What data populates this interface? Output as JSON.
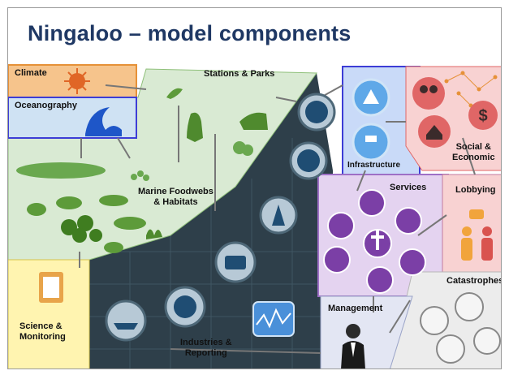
{
  "title": "Ningaloo – model components",
  "labels": {
    "climate": "Climate",
    "oceanography": "Oceanography",
    "stations_parks": "Stations & Parks",
    "marine_line1": "Marine Foodwebs",
    "marine_line2": "& Habitats",
    "infrastructure": "Infrastructure",
    "social_line1": "Social &",
    "social_line2": "Economic",
    "services": "Services",
    "lobbying": "Lobbying",
    "catastrophes": "Catastrophes",
    "management": "Management",
    "science_line1": "Science &",
    "science_line2": "Monitoring",
    "industries_line1": "Industries &",
    "industries_line2": "Reporting"
  },
  "colors": {
    "title": "#1f3864",
    "climate": "#f6b26b",
    "oceanography": "#9fc5e8",
    "green": "#d9ead3",
    "infrastructure": "#9fc5e8",
    "social": "#f4cccc",
    "services": "#d9c5e8",
    "science": "#fff2a8",
    "dark": "#2a3a44",
    "management": "#e3e6f3",
    "catastrophes": "#ececec"
  },
  "icons": {
    "climate": "sun-icon",
    "oceanography": "wave-icon",
    "stations": [
      "bird-icon",
      "kangaroo-icon",
      "goat-icon",
      "shrub-icon"
    ],
    "marine": [
      "fish-icon",
      "coral-icon",
      "crab-icon",
      "seaweed-icon"
    ],
    "industry": [
      "tractor-icon",
      "truck-icon",
      "oil-rig-icon",
      "camera-icon",
      "fishing-hook-icon",
      "ship-icon",
      "stock-chart-icon"
    ],
    "infrastructure": [
      "road-icon",
      "water-tap-icon"
    ],
    "social": [
      "people-icon",
      "house-icon",
      "dollar-icon"
    ],
    "services": [
      "wheelchair-icon",
      "trash-icon",
      "car-icon",
      "shopping-cart-icon",
      "hospital-cross-icon",
      "documents-icon",
      "coffee-icon"
    ],
    "lobbying": "speech-people-icon",
    "catastrophes": [
      "cyclone-icon",
      "airplane-icon",
      "fire-icon",
      "fuel-pump-icon"
    ],
    "science": "clipboard-icon",
    "management": "manager-icon"
  }
}
